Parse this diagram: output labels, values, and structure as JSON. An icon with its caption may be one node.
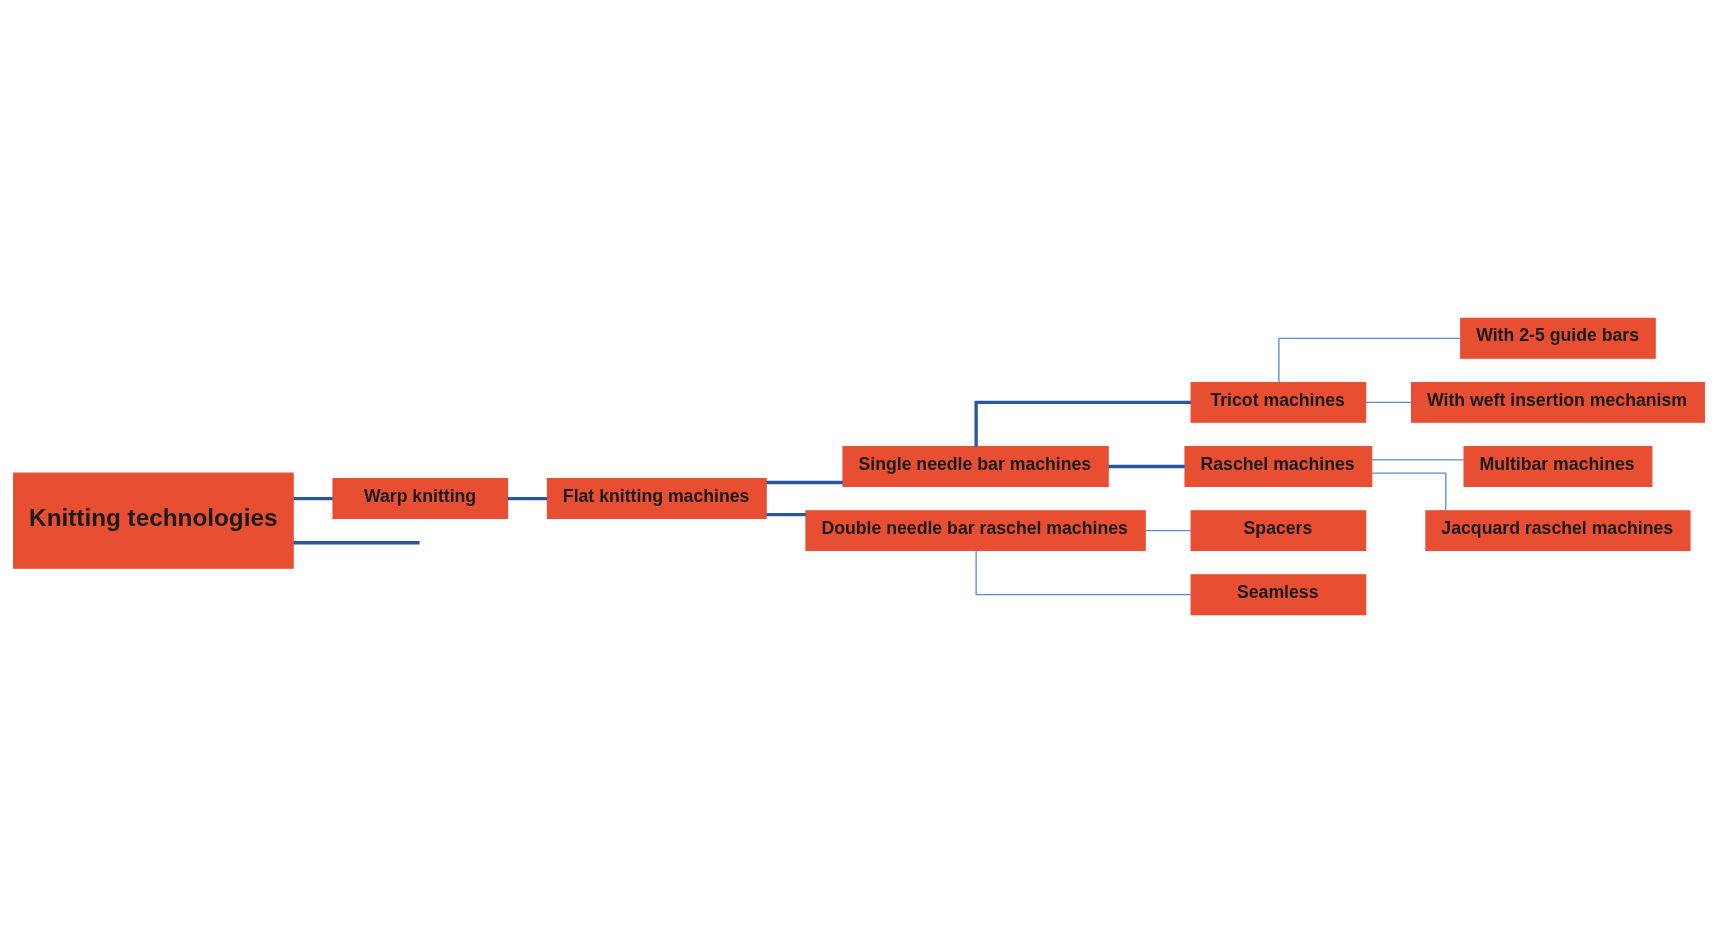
{
  "diagram": {
    "nodes": [
      {
        "text": [
          "Knitting technologies"
        ]
      },
      {
        "text": [
          "Warp knitting"
        ]
      },
      {
        "text": [
          "Flat knitting machines"
        ]
      },
      {
        "text": [
          "Single needle bar machines"
        ]
      },
      {
        "text": [
          "Double needle bar raschel machines"
        ]
      },
      {
        "text": [
          "Tricot machines"
        ]
      },
      {
        "text": [
          "Raschel machines"
        ]
      },
      {
        "text": [
          "Spacers"
        ]
      },
      {
        "text": [
          "Seamless"
        ]
      },
      {
        "text": [
          "With 2-5 guide bars"
        ]
      },
      {
        "text": [
          "With weft insertion mechanism"
        ]
      },
      {
        "text": [
          "Multibar machines"
        ]
      },
      {
        "text": [
          "Jacquard raschel machines"
        ]
      }
    ],
    "edges": [
      {
        "from": 0,
        "to": null,
        "arrow": "none"
      },
      {
        "from": 0,
        "to": 1,
        "arrow": "none"
      },
      {
        "from": 1,
        "to": 2,
        "arrow": "none"
      },
      {
        "from": 2,
        "to": 3,
        "arrow": "none"
      },
      {
        "from": 2,
        "to": 4,
        "arrow": "none"
      },
      {
        "from": 3,
        "to": 5,
        "arrow": "none"
      },
      {
        "from": 3,
        "to": 6,
        "arrow": "none"
      },
      {
        "from": 5,
        "to": 9,
        "arrow": "none",
        "color": "#5b8bd6"
      },
      {
        "from": 5,
        "to": 10,
        "arrow": "none",
        "color": "#5b8bd6"
      },
      {
        "from": 6,
        "to": 11,
        "arrow": "none",
        "color": "#5b8bd6"
      },
      {
        "from": 6,
        "to": 12,
        "arrow": "none",
        "color": "#5b8bd6"
      },
      {
        "from": 4,
        "to": 7,
        "arrow": "none",
        "color": "#5b8bd6"
      },
      {
        "from": 4,
        "to": 8,
        "arrow": "none",
        "color": "#5b8bd6"
      }
    ]
  }
}
